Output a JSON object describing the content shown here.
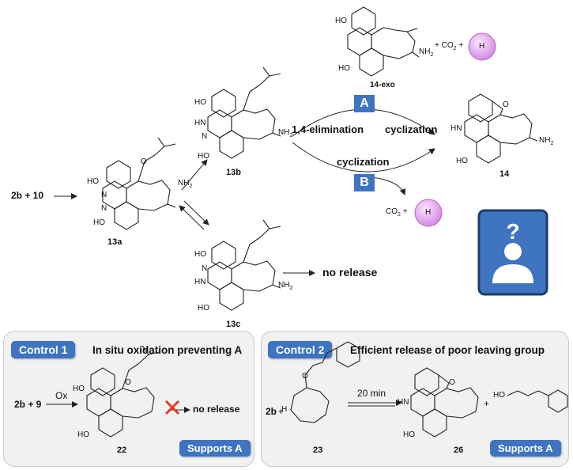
{
  "compounds": {
    "c13a": "13a",
    "c13b": "13b",
    "c13c": "13c",
    "c14": "14",
    "c14exo": "14-exo",
    "c22": "22",
    "c23": "23",
    "c26": "26"
  },
  "reactants": {
    "top": "2b + 10",
    "control1": "2b + 9",
    "control2": "2b",
    "control2_plus": "+"
  },
  "byproducts": {
    "co2": "CO",
    "co2_sub": "2",
    "plus": "+"
  },
  "arrows": {
    "elimination": "1,4-elimination",
    "cyclization_top": "cyclization",
    "cyclization_bottom": "cyclization",
    "path_a": "A",
    "path_b": "B",
    "no_release_main": "no release",
    "ox": "Ox",
    "no_release_control": "no release",
    "time": "20 min"
  },
  "panels": {
    "control1_tag": "Control 1",
    "control1_title": "In situ oxidation preventing A",
    "control1_badge": "Supports A",
    "control2_tag": "Control 2",
    "control2_title": "Efficient release of poor leaving group",
    "control2_badge": "Supports A"
  },
  "atoms": {
    "N": "N",
    "O": "O",
    "H": "H",
    "NH": "NH",
    "HN": "HN",
    "HO": "HO",
    "NH2": "NH",
    "NH2_sub": "2"
  },
  "colors": {
    "accent": "#3e74c0",
    "amine_ball": "#e6a8f0",
    "cross": "#e23b2a"
  },
  "icons": {
    "question_person": "question-person-icon",
    "methylamine": "methylamine-icon"
  }
}
